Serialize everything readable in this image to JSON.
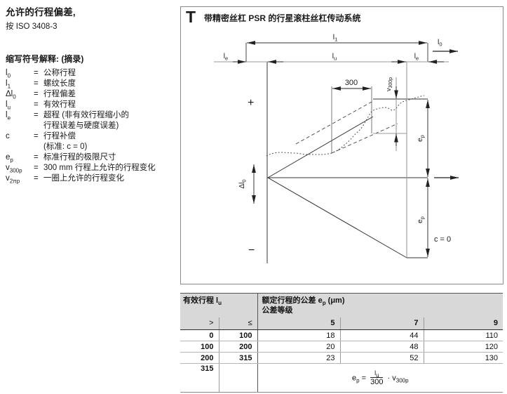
{
  "page": {
    "title": "允许的行程偏差,",
    "subtitle": "按 ISO 3408-3"
  },
  "legend": {
    "heading": "缩写符号解释: (摘录)",
    "items": [
      {
        "base": "l",
        "sub": "0",
        "eq": "=",
        "desc": "公称行程"
      },
      {
        "base": "l",
        "sub": "1",
        "eq": "=",
        "desc": "螺纹长度"
      },
      {
        "base": "Δl",
        "sub": "0",
        "eq": "=",
        "desc": "行程偏差"
      },
      {
        "base": "l",
        "sub": "u",
        "eq": "=",
        "desc": "有效行程"
      },
      {
        "base": "l",
        "sub": "e",
        "eq": "=",
        "desc": "超程 (非有效行程缩小的",
        "desc2": "行程误差与硬度误差)"
      },
      {
        "base": "c",
        "sub": "",
        "eq": "=",
        "desc": "行程补偿",
        "desc2": "(标准: c = 0)"
      },
      {
        "base": "e",
        "sub": "p",
        "eq": "=",
        "desc": "标准行程的极限尺寸"
      },
      {
        "base": "v",
        "sub": "300p",
        "eq": "=",
        "desc": "300 mm 行程上允许的行程变化"
      },
      {
        "base": "v",
        "sub": "2πp",
        "eq": "=",
        "desc": "一圈上允许的行程变化"
      }
    ]
  },
  "figure": {
    "tag": "T",
    "caption": "带精密丝杠 PSR 的行星滚柱丝杠传动系统",
    "labels": {
      "l1_base": "l",
      "l1_sub": "1",
      "l0_base": "l",
      "l0_sub": "0",
      "lu_base": "l",
      "lu_sub": "u",
      "le_base": "l",
      "le_sub": "e",
      "dl0_base": "Δl",
      "dl0_sub": "0",
      "v300p_base": "v",
      "v300p_sub": "300p",
      "ep_base": "e",
      "ep_sub": "p",
      "plus": "+",
      "minus": "−",
      "window": "300",
      "c_zero": "c = 0"
    }
  },
  "table": {
    "group1_header_base": "有效行程 l",
    "group1_header_sub": "u",
    "group2_header_prefix": "额定行程的公差 e",
    "group2_header_sub": "p",
    "group2_header_suffix": " (μm)",
    "group2_header_line2": "公差等级",
    "subheaders": {
      "gt": ">",
      "le": "≤",
      "c5": "5",
      "c7": "7",
      "c9": "9"
    },
    "rows": [
      [
        "0",
        "100",
        "18",
        "44",
        "110"
      ],
      [
        "100",
        "200",
        "20",
        "48",
        "120"
      ],
      [
        "200",
        "315",
        "23",
        "52",
        "130"
      ]
    ],
    "last_row_gt": "315",
    "last_row_le": "",
    "formula": {
      "lhs_base": "e",
      "lhs_sub": "p",
      "eq": "=",
      "num_base": "l",
      "num_sub": "u",
      "den": "300",
      "dot": "·",
      "rhs_base": "v",
      "rhs_sub": "300p"
    }
  }
}
